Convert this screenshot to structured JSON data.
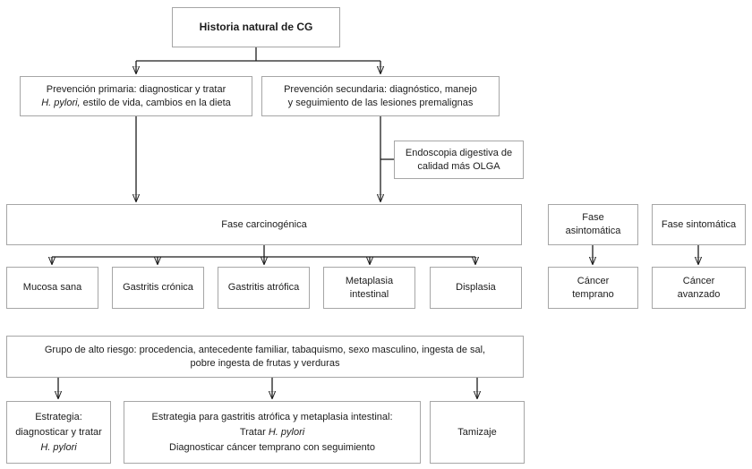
{
  "diagram": {
    "title": "Historia natural de CG",
    "colors": {
      "background": "#ffffff",
      "box_border": "#a6a6a6",
      "line": "#1c1c1c",
      "text": "#1c1c1c"
    },
    "nodes": {
      "historia": {
        "label": "Historia natural de CG"
      },
      "prev_primaria": {
        "l1": "Prevención primaria: diagnosticar y tratar",
        "l2_italic": "H. pylori,",
        "l2_rest": " estilo de vida, cambios en la dieta"
      },
      "prev_secundaria": {
        "l1": "Prevención secundaria: diagnóstico, manejo",
        "l2": "y seguimiento de las lesiones premalignas"
      },
      "endoscopia": {
        "l1": "Endoscopia digestiva de",
        "l2": "calidad más OLGA"
      },
      "fase_carcinogenica": {
        "label": "Fase carcinogénica"
      },
      "fase_asintomatica": {
        "l1": "Fase",
        "l2": "asintomática"
      },
      "fase_sintomatica": {
        "label": "Fase sintomática"
      },
      "mucosa_sana": {
        "label": "Mucosa sana"
      },
      "gastritis_cronica": {
        "label": "Gastritis crónica"
      },
      "gastritis_atrofica": {
        "label": "Gastritis atrófica"
      },
      "metaplasia": {
        "l1": "Metaplasia",
        "l2": "intestinal"
      },
      "displasia": {
        "label": "Displasia"
      },
      "cancer_temprano": {
        "l1": "Cáncer",
        "l2": "temprano"
      },
      "cancer_avanzado": {
        "l1": "Cáncer",
        "l2": "avanzado"
      },
      "grupo_alto_riesgo": {
        "l1": "Grupo de alto riesgo: procedencia, antecedente familiar, tabaquismo, sexo masculino, ingesta de sal,",
        "l2": "pobre ingesta de frutas y verduras"
      },
      "estrategia_hp": {
        "l1": "Estrategia:",
        "l2": "diagnosticar y tratar",
        "l3_italic": "H. pylori"
      },
      "estrategia_gastritis": {
        "l1": "Estrategia para gastritis atrófica y metaplasia intestinal:",
        "l2a": "Tratar ",
        "l2b_italic": "H. pylori",
        "l3": "Diagnosticar cáncer temprano con seguimiento"
      },
      "tamizaje": {
        "label": "Tamizaje"
      }
    }
  }
}
